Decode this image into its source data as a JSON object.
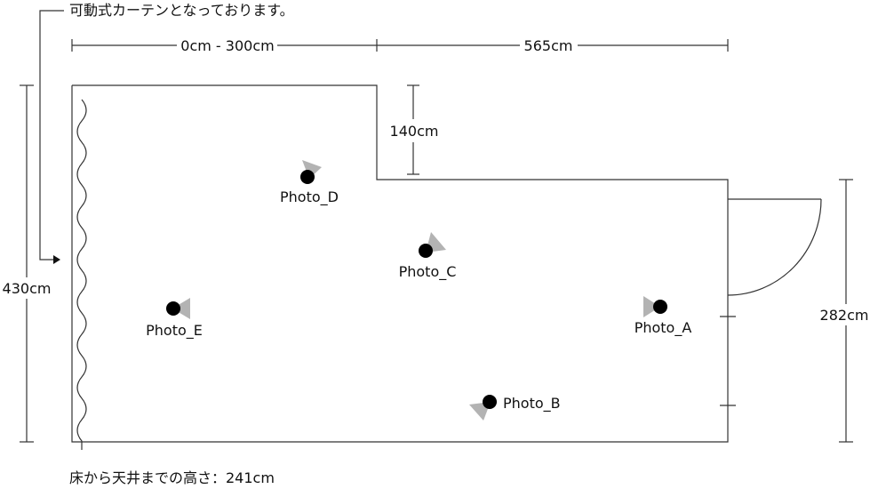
{
  "diagram": {
    "curtain_note": "可動式カーテンとなっております。",
    "dim_top_left": "0cm - 300cm",
    "dim_top_right": "565cm",
    "dim_notch": "140cm",
    "dim_left": "430cm",
    "dim_right": "282cm",
    "ceiling_height": "床から天井までの高さ：241cm",
    "photos": [
      {
        "id": "A",
        "label": "Photo_A"
      },
      {
        "id": "B",
        "label": "Photo_B"
      },
      {
        "id": "C",
        "label": "Photo_C"
      },
      {
        "id": "D",
        "label": "Photo_D"
      },
      {
        "id": "E",
        "label": "Photo_E"
      }
    ]
  }
}
